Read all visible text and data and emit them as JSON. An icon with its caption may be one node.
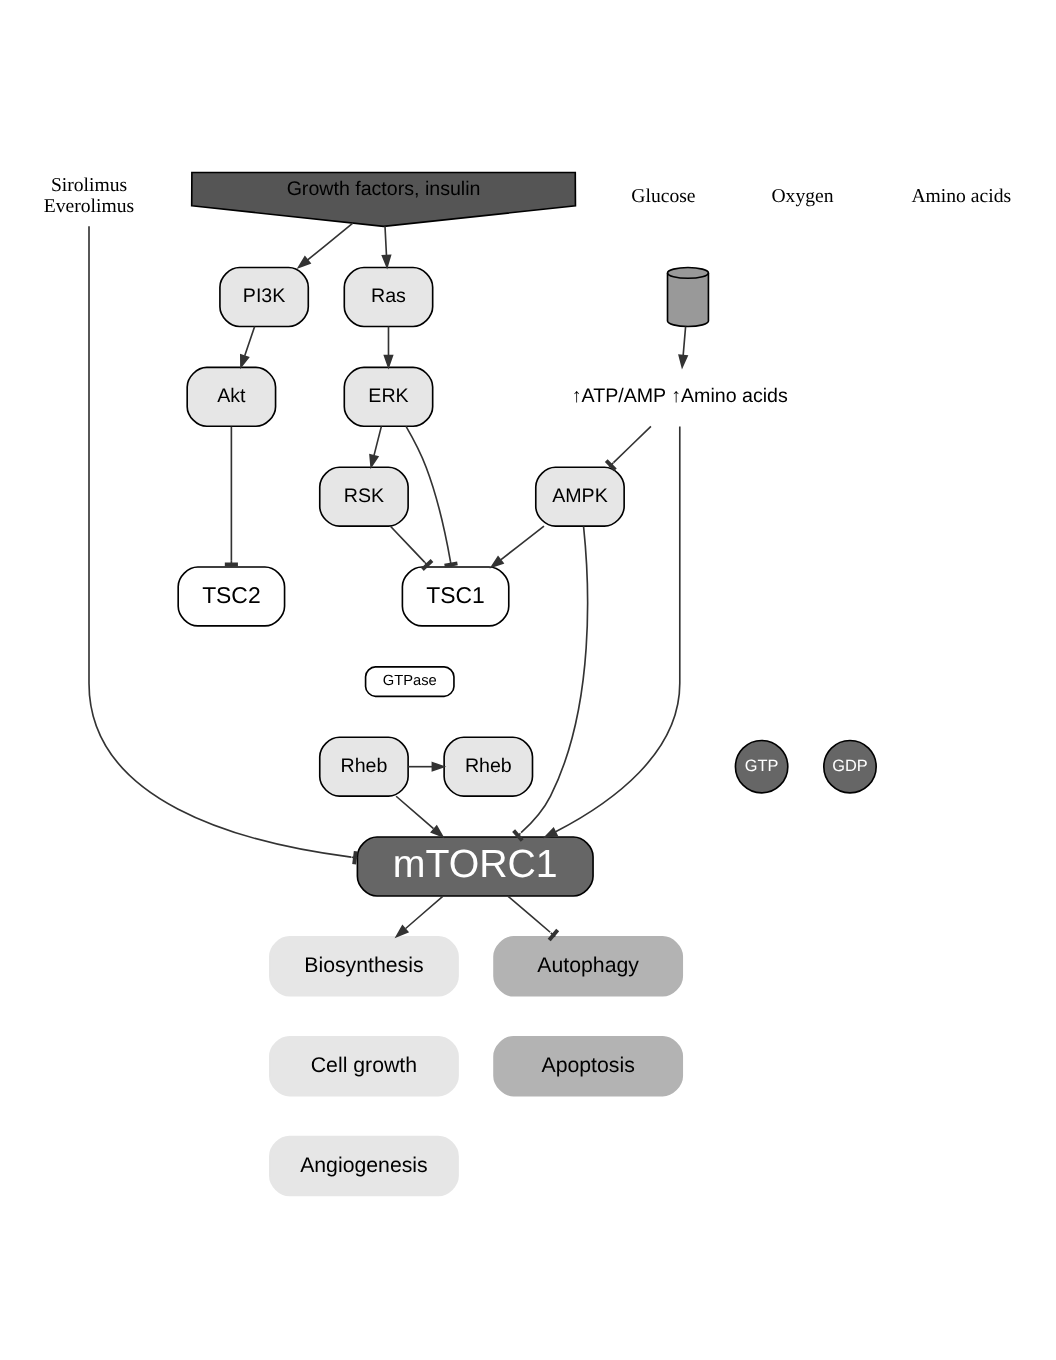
{
  "diagram": {
    "nodes": [
      {
        "text": [],
        "shape": "cylinder"
      },
      {
        "text": [
          "↑ATP/AMP ↑Amino acids"
        ]
      },
      {
        "text": [
          "Growth factors, insulin"
        ]
      },
      {
        "text": [
          "Ras"
        ]
      },
      {
        "text": [
          "ERK"
        ]
      },
      {
        "text": [
          "RSK"
        ]
      },
      {
        "text": [
          "PI3K"
        ]
      },
      {
        "text": [
          "Akt"
        ]
      },
      {
        "text": [
          "AMPK"
        ]
      },
      {
        "text": [
          "TSC1"
        ]
      },
      {
        "text": [
          "TSC2"
        ]
      },
      {
        "text": [
          "GTPase"
        ]
      },
      {
        "text": [
          "Rheb"
        ]
      },
      {
        "text": [
          "GTP"
        ]
      },
      {
        "text": [
          "Rheb"
        ]
      },
      {
        "text": [
          "GDP"
        ]
      },
      {
        "text": [
          "mTORC1"
        ]
      },
      {
        "text": [
          "Biosynthesis"
        ]
      },
      {
        "text": [
          "Cell growth"
        ]
      },
      {
        "text": [
          "Angiogenesis"
        ]
      },
      {
        "text": [
          "Autophagy"
        ]
      },
      {
        "text": [
          "Apoptosis"
        ]
      },
      {
        "text": [
          "Sirolimus",
          "Everolimus"
        ]
      }
    ],
    "edges": [
      {
        "from": 0,
        "to": 1,
        "arrow": "to"
      },
      {
        "from": 2,
        "to": 3,
        "arrow": "to"
      },
      {
        "from": 2,
        "to": 6,
        "arrow": "to"
      },
      {
        "from": 3,
        "to": 4,
        "arrow": "to"
      },
      {
        "from": 4,
        "to": 5,
        "arrow": "to"
      },
      {
        "from": 6,
        "to": 7,
        "arrow": "to"
      },
      {
        "from": 1,
        "to": 8,
        "arrow": "other"
      },
      {
        "from": 4,
        "to": 9,
        "arrow": "other"
      },
      {
        "from": 5,
        "to": 9,
        "arrow": "other"
      },
      {
        "from": 7,
        "to": 10,
        "arrow": "other"
      },
      {
        "from": 8,
        "to": 9,
        "arrow": "to"
      },
      {
        "from": 12,
        "to": 14,
        "arrow": "to"
      },
      {
        "from": 12,
        "to": 16,
        "arrow": "to"
      },
      {
        "from": 8,
        "to": 16,
        "arrow": "other"
      },
      {
        "from": 1,
        "to": 16,
        "arrow": "to"
      },
      {
        "from": 22,
        "to": 16,
        "arrow": "other"
      },
      {
        "from": 16,
        "to": 17,
        "arrow": "to"
      },
      {
        "from": 16,
        "to": 20,
        "arrow": "other"
      }
    ],
    "labels": [
      "Glucose",
      "Oxygen",
      "Amino acids"
    ]
  }
}
